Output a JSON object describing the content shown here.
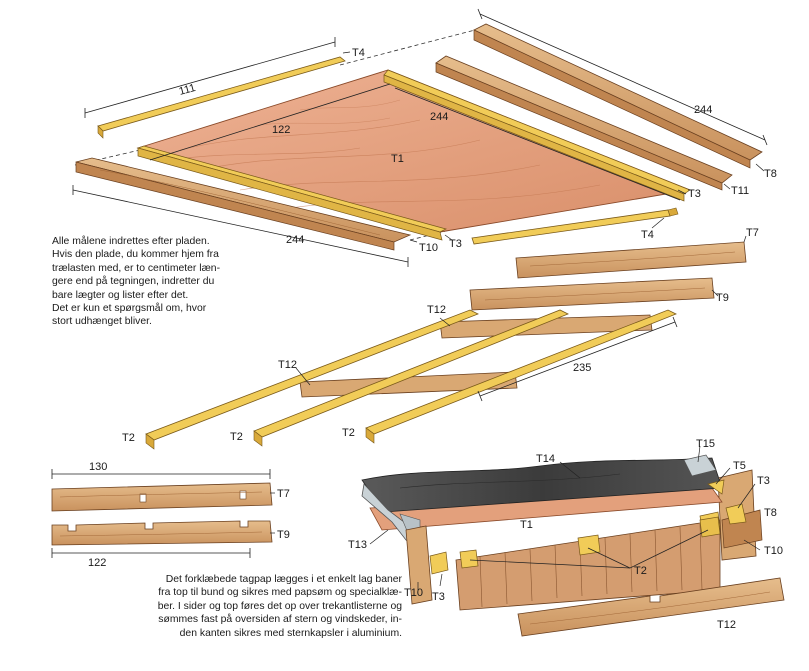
{
  "notes": {
    "intro_lines": [
      "Alle målene indrettes efter pladen.",
      "Hvis den plade, du kommer hjem fra",
      "trælasten med, er to centimeter læn-",
      "gere end på tegningen, indretter du",
      "bare lægter og lister efter det.",
      "Det er kun et spørgsmål om, hvor",
      "stort udhænget bliver."
    ],
    "roofing_lines": [
      "Det forklæbede tagpap lægges i et enkelt lag baner",
      "fra top til bund og sikres med papsøm og specialklæ-",
      "ber. I sider og top føres det op over trekantlisterne og",
      "sømmes fast på oversiden af stern og vindskeder, in-",
      "den kanten sikres med sternkapsler i aluminium."
    ]
  },
  "labels": {
    "t4_top": "T4",
    "dim_111": "111",
    "dim_122_top": "122",
    "dim_244_left": "244",
    "t1_top": "T1",
    "dim_244_right": "244",
    "t8_top": "T8",
    "t11_top": "T11",
    "t3_top_right": "T3",
    "t10_top": "T10",
    "t3_top_mid": "T3",
    "t4_bottom": "T4",
    "t7_top": "T7",
    "t9_top": "T9",
    "t12_frame": "T12",
    "t12_frame_2": "T12",
    "dim_235": "235",
    "t2_a": "T2",
    "t2_b": "T2",
    "t2_c": "T2",
    "dim_130": "130",
    "t7_detail": "T7",
    "t9_detail": "T9",
    "dim_122_bottom": "122",
    "t14": "T14",
    "t15": "T15",
    "t5": "T5",
    "t3_section_right": "T3",
    "t8_section": "T8",
    "t13": "T13",
    "t1_section": "T1",
    "t10_section_right": "T10",
    "t2_section": "T2",
    "t10_section_left": "T10",
    "t3_section_left": "T3",
    "t12_section": "T12"
  },
  "colors": {
    "plywood": "#e3a07c",
    "batten": "#f1cc58",
    "plank": "#d9a873",
    "felt": "#4a4a4a",
    "aluminium": "#c9d2d6",
    "ink": "#2a2a2a"
  }
}
